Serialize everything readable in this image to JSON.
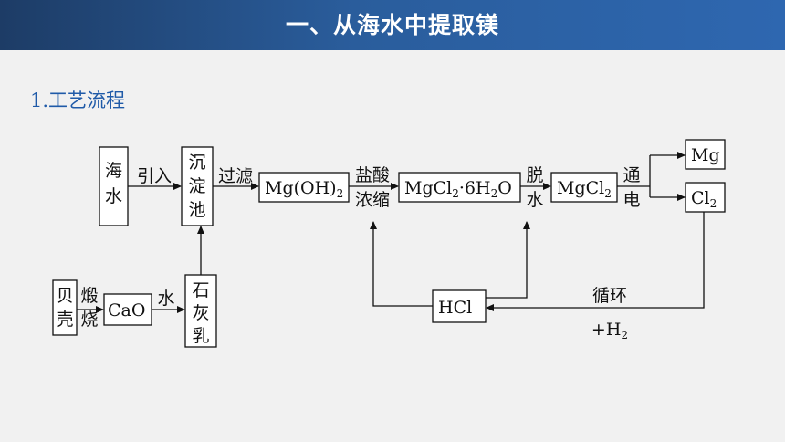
{
  "header": {
    "title": "一、从海水中提取镁"
  },
  "section": {
    "title": "1.工艺流程"
  },
  "diagram": {
    "seawater_1": "海",
    "seawater_2": "水",
    "intro": "引入",
    "tank_1": "沉",
    "tank_2": "淀",
    "tank_3": "池",
    "filter": "过滤",
    "mgoh2": "Mg(OH)",
    "mgoh2_sub": "2",
    "hcl_acid": "盐酸",
    "concentrate": "浓缩",
    "mgcl2_6h2o_a": "MgCl",
    "mgcl2_6h2o_sub1": "2",
    "mgcl2_6h2o_b": "·6H",
    "mgcl2_6h2o_sub2": "2",
    "mgcl2_6h2o_c": "O",
    "dehydrate_1": "脱",
    "dehydrate_2": "水",
    "mgcl2": "MgCl",
    "mgcl2_sub": "2",
    "electrolysis_1": "通",
    "electrolysis_2": "电",
    "mg": "Mg",
    "cl2": "Cl",
    "cl2_sub": "2",
    "shell_1": "贝",
    "shell_2": "壳",
    "calcine_1": "煅",
    "calcine_2": "烧",
    "cao": "CaO",
    "water": "水",
    "limewater_1": "石",
    "limewater_2": "灰",
    "limewater_3": "乳",
    "hcl": "HCl",
    "cycle": "循环",
    "h2": "+H",
    "h2_sub": "2"
  }
}
